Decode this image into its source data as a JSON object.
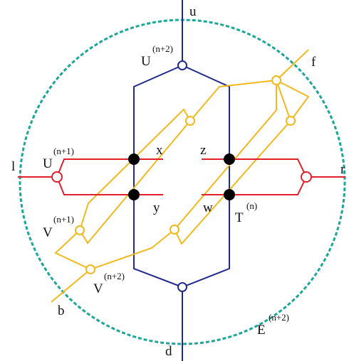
{
  "colors": {
    "boundary": "#1aa69a",
    "blue": "#1f2a8c",
    "red": "#e0202a",
    "yellow": "#f2b81e",
    "node": "#000000",
    "text": "#111111",
    "background": "#ffffff"
  },
  "labels": {
    "u": "u",
    "d": "d",
    "l": "l",
    "r": "r",
    "f": "f",
    "b": "b",
    "x": "x",
    "y": "y",
    "z": "z",
    "w": "w",
    "U_top": "U",
    "U_top_sup": "(n+2)",
    "U_left": "U",
    "U_left_sup": "(n+1)",
    "V_left": "V",
    "V_left_sup": "(n+1)",
    "V_bottom": "V",
    "V_bottom_sup": "(n+2)",
    "T": "T",
    "T_sup": "(n)",
    "E": "E",
    "E_sup": "(n+2)"
  }
}
